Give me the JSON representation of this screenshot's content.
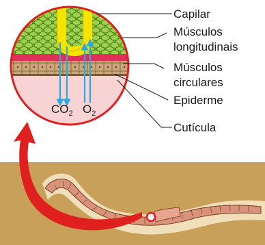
{
  "labels": {
    "capilar": "Capilar",
    "musculos_longitudinais_1": "Músculos",
    "musculos_longitudinais_2": "longitudinais",
    "musculos_circulares_1": "Músculos",
    "musculos_circulares_2": "circulares",
    "epiderme": "Epiderme",
    "cuticula": "Cutícula"
  },
  "gases": {
    "co2_base": "CO",
    "co2_sub": "2",
    "o2_base": "O",
    "o2_sub": "2"
  },
  "colors": {
    "capillary": "#f5e400",
    "muscle_longitudinal": "#8bc53f",
    "muscle_circular": "#c9a77a",
    "epidermis_red": "#e0305a",
    "cuticle": "#f7d3d3",
    "arrow_blue": "#29a9e1",
    "arrow_red": "#e0201e",
    "soil": "#c8a05a"
  }
}
